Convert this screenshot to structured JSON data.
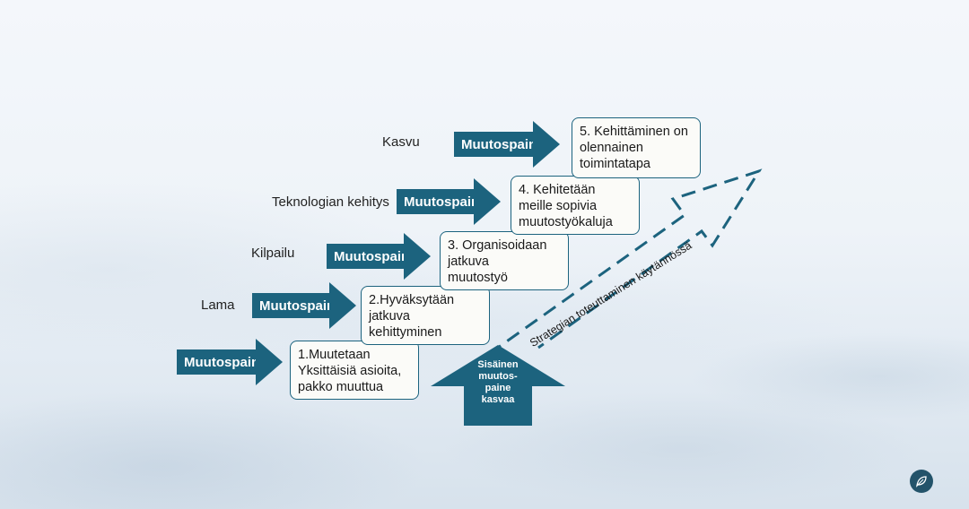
{
  "pressure_label": "Muutospaine",
  "levels": [
    {
      "driver": "",
      "step_lines": [
        "1.Muutetaan",
        "Yksittäisiä asioita,",
        "pakko muuttua"
      ]
    },
    {
      "driver": "Lama",
      "step_lines": [
        "2.Hyväksytään",
        "jatkuva",
        "kehittyminen"
      ]
    },
    {
      "driver": "Kilpailu",
      "step_lines": [
        "3. Organisoidaan",
        "jatkuva",
        "muutostyö"
      ]
    },
    {
      "driver": "Teknologian kehitys",
      "step_lines": [
        "4. Kehitetään",
        "meille sopivia",
        "muutostyökaluja"
      ]
    },
    {
      "driver": "Kasvu",
      "step_lines": [
        "5. Kehittäminen on",
        "olennainen",
        "toimintatapa"
      ]
    }
  ],
  "inner_pressure_lines": [
    "Sisäinen",
    "muutos-",
    "paine",
    "kasvaa"
  ],
  "strategy_label": "Strategian toteuttaminen käytännössä",
  "logo_icon": "leaf-icon",
  "colors": {
    "accent": "#1c637e",
    "box_bg": "#fbfbf8"
  }
}
